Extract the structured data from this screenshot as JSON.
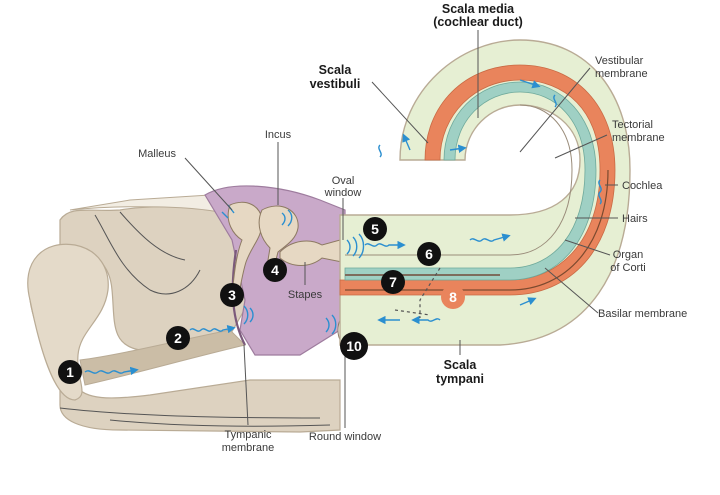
{
  "labels": {
    "scala_media_1": "Scala media",
    "scala_media_2": "(cochlear duct)",
    "scala_vestibuli_1": "Scala",
    "scala_vestibuli_2": "vestibuli",
    "vestibular_1": "Vestibular",
    "vestibular_2": "membrane",
    "tectorial_1": "Tectorial",
    "tectorial_2": "membrane",
    "cochlea": "Cochlea",
    "hairs": "Hairs",
    "organ_1": "Organ",
    "organ_2": "of Corti",
    "basilar": "Basilar membrane",
    "scala_tympani_1": "Scala",
    "scala_tympani_2": "tympani",
    "malleus": "Malleus",
    "incus": "Incus",
    "oval_1": "Oval",
    "oval_2": "window",
    "stapes": "Stapes",
    "tympanic_1": "Tympanic",
    "tympanic_2": "membrane",
    "round_window": "Round window"
  },
  "steps": [
    {
      "num": "1",
      "fill": "#111111"
    },
    {
      "num": "2",
      "fill": "#111111"
    },
    {
      "num": "3",
      "fill": "#111111"
    },
    {
      "num": "4",
      "fill": "#111111"
    },
    {
      "num": "5",
      "fill": "#111111"
    },
    {
      "num": "6",
      "fill": "#111111"
    },
    {
      "num": "7",
      "fill": "#111111"
    },
    {
      "num": "8",
      "fill": "#e9845c"
    },
    {
      "num": "10",
      "fill": "#111111"
    }
  ],
  "colors": {
    "skin": "#ddd2c0",
    "skin_edge": "#b9ab95",
    "middle_ear": "#c9a9c9",
    "cochlea_fluid": "#e6efd3",
    "cochlea_edge": "#b9ab95",
    "media": "#e9845c",
    "organ": "#9fd0c4",
    "wave": "#2b8fd0"
  }
}
